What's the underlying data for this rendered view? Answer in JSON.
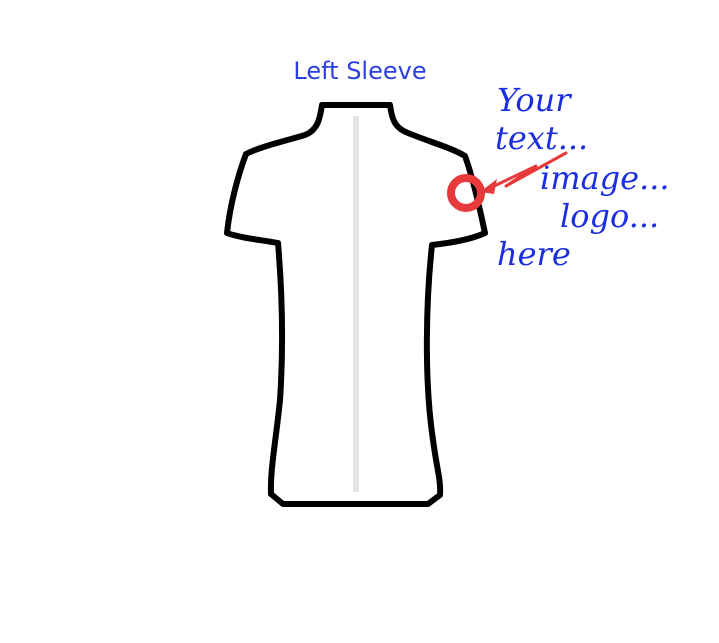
{
  "title": "Left Sleeve",
  "annotation": {
    "lines": [
      "Your",
      "text...",
      "image...",
      "logo...",
      "here"
    ]
  },
  "colors": {
    "label_blue": "#2b3fe0",
    "marker_red": "#e83a3a",
    "outline": "#000000",
    "seam": "#e6e6e6"
  },
  "icons": {
    "placement_marker": "red-ring-icon",
    "pointer": "red-arrow-icon"
  }
}
